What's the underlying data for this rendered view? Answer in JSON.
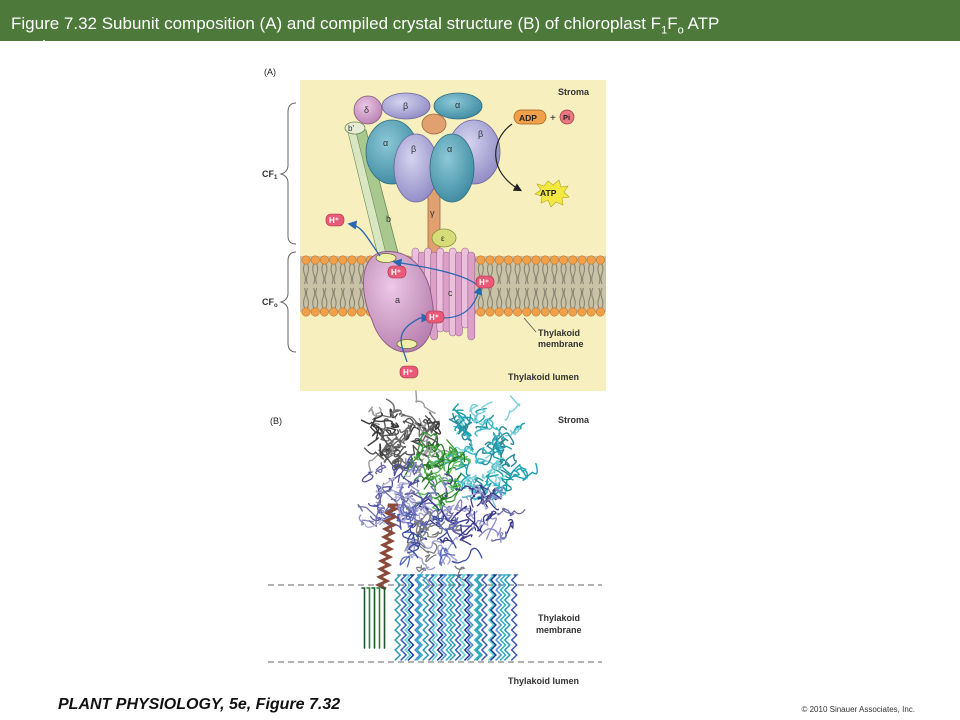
{
  "figure": {
    "title_pre": "Figure 7.32  Subunit composition (A) and compiled crystal structure (B) of chloroplast F",
    "title_sub1": "1",
    "title_mid": "F",
    "title_sub2": "o",
    "title_post": " ATP",
    "title_cont": "synthase"
  },
  "panel_a": {
    "label": "(A)",
    "stroma": "Stroma",
    "lumen": "Thylakoid lumen",
    "membrane_1": "Thylakoid",
    "membrane_2": "membrane",
    "cf1": "CF",
    "cf1_sub": "1",
    "cfo": "CF",
    "cfo_sub": "o",
    "delta": "δ",
    "b_prime": "b'",
    "b": "b",
    "a": "a",
    "c": "c",
    "alpha": "α",
    "beta": "β",
    "gamma": "γ",
    "epsilon": "ε",
    "proton": "H⁺",
    "adp": "ADP",
    "plus": "+",
    "pi": "Pi",
    "atp": "ATP"
  },
  "panel_b": {
    "label": "(B)",
    "stroma": "Stroma",
    "membrane_1": "Thylakoid",
    "membrane_2": "membrane",
    "lumen": "Thylakoid lumen"
  },
  "footer": {
    "book": "PLANT PHYSIOLOGY, 5e, Figure 7.32",
    "copyright": "© 2010 Sinauer Associates, Inc."
  },
  "colors": {
    "title_bar": "#4d7a3a",
    "panel_bg": "#f7efbd",
    "lipid_head": "#f0a048",
    "alpha": "#5aa0b4",
    "beta": "#b4b0dc",
    "subunit_a": "#d8a8d0",
    "c_ring": "#e8b4d4",
    "proton": "#e85a78"
  }
}
